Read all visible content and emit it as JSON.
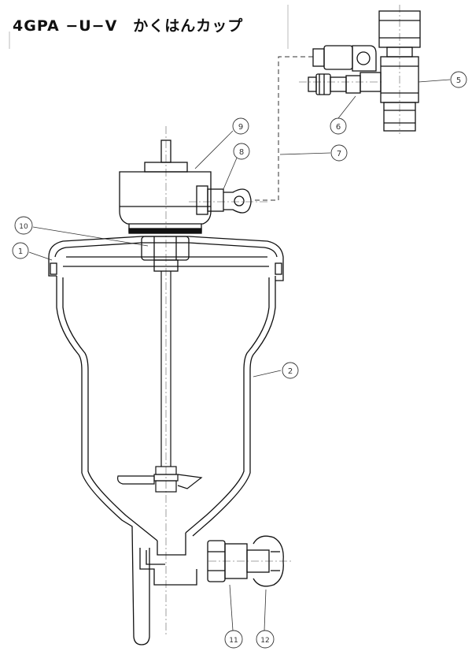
{
  "title": "4GPA −U−V　かくはんカップ",
  "callouts": [
    {
      "id": "c1",
      "label": "1"
    },
    {
      "id": "c2",
      "label": "2"
    },
    {
      "id": "c5",
      "label": "5"
    },
    {
      "id": "c6",
      "label": "6"
    },
    {
      "id": "c7",
      "label": "7"
    },
    {
      "id": "c8",
      "label": "8"
    },
    {
      "id": "c9",
      "label": "9"
    },
    {
      "id": "c10",
      "label": "10"
    },
    {
      "id": "c11",
      "label": "11"
    },
    {
      "id": "c12",
      "label": "12"
    }
  ]
}
